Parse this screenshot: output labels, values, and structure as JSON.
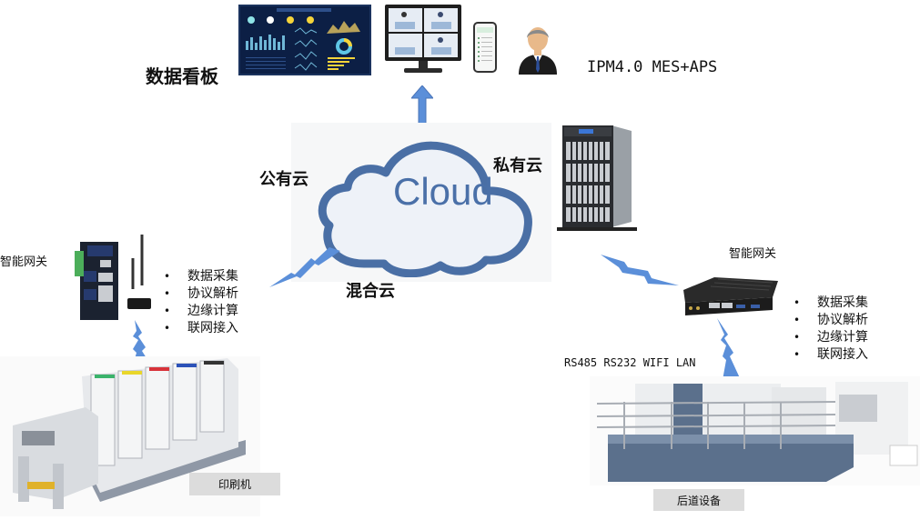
{
  "top": {
    "dashboard_label": "数据看板",
    "system_label": "IPM4.0 MES+APS",
    "dashboard_image": "dashboard-screen",
    "monitor_image": "video-monitor",
    "phone_image": "mobile-phone",
    "user_image": "manager-avatar"
  },
  "cloud": {
    "text": "Cloud",
    "public_label": "公有云",
    "private_label": "私有云",
    "hybrid_label": "混合云",
    "colors": {
      "outline": "#4a6fa5",
      "fill": "#eef2f8",
      "text": "#4a70a8",
      "arrow": "#5b8fd9"
    }
  },
  "left_gateway": {
    "label": "智能网关",
    "features": [
      "数据采集",
      "协议解析",
      "边缘计算",
      "联网接入"
    ],
    "machine_label": "印刷机"
  },
  "right_gateway": {
    "label": "智能网关",
    "features": [
      "数据采集",
      "协议解析",
      "边缘计算",
      "联网接入"
    ],
    "interfaces": "RS485 RS232 WIFI LAN",
    "machine_label": "后道设备"
  }
}
